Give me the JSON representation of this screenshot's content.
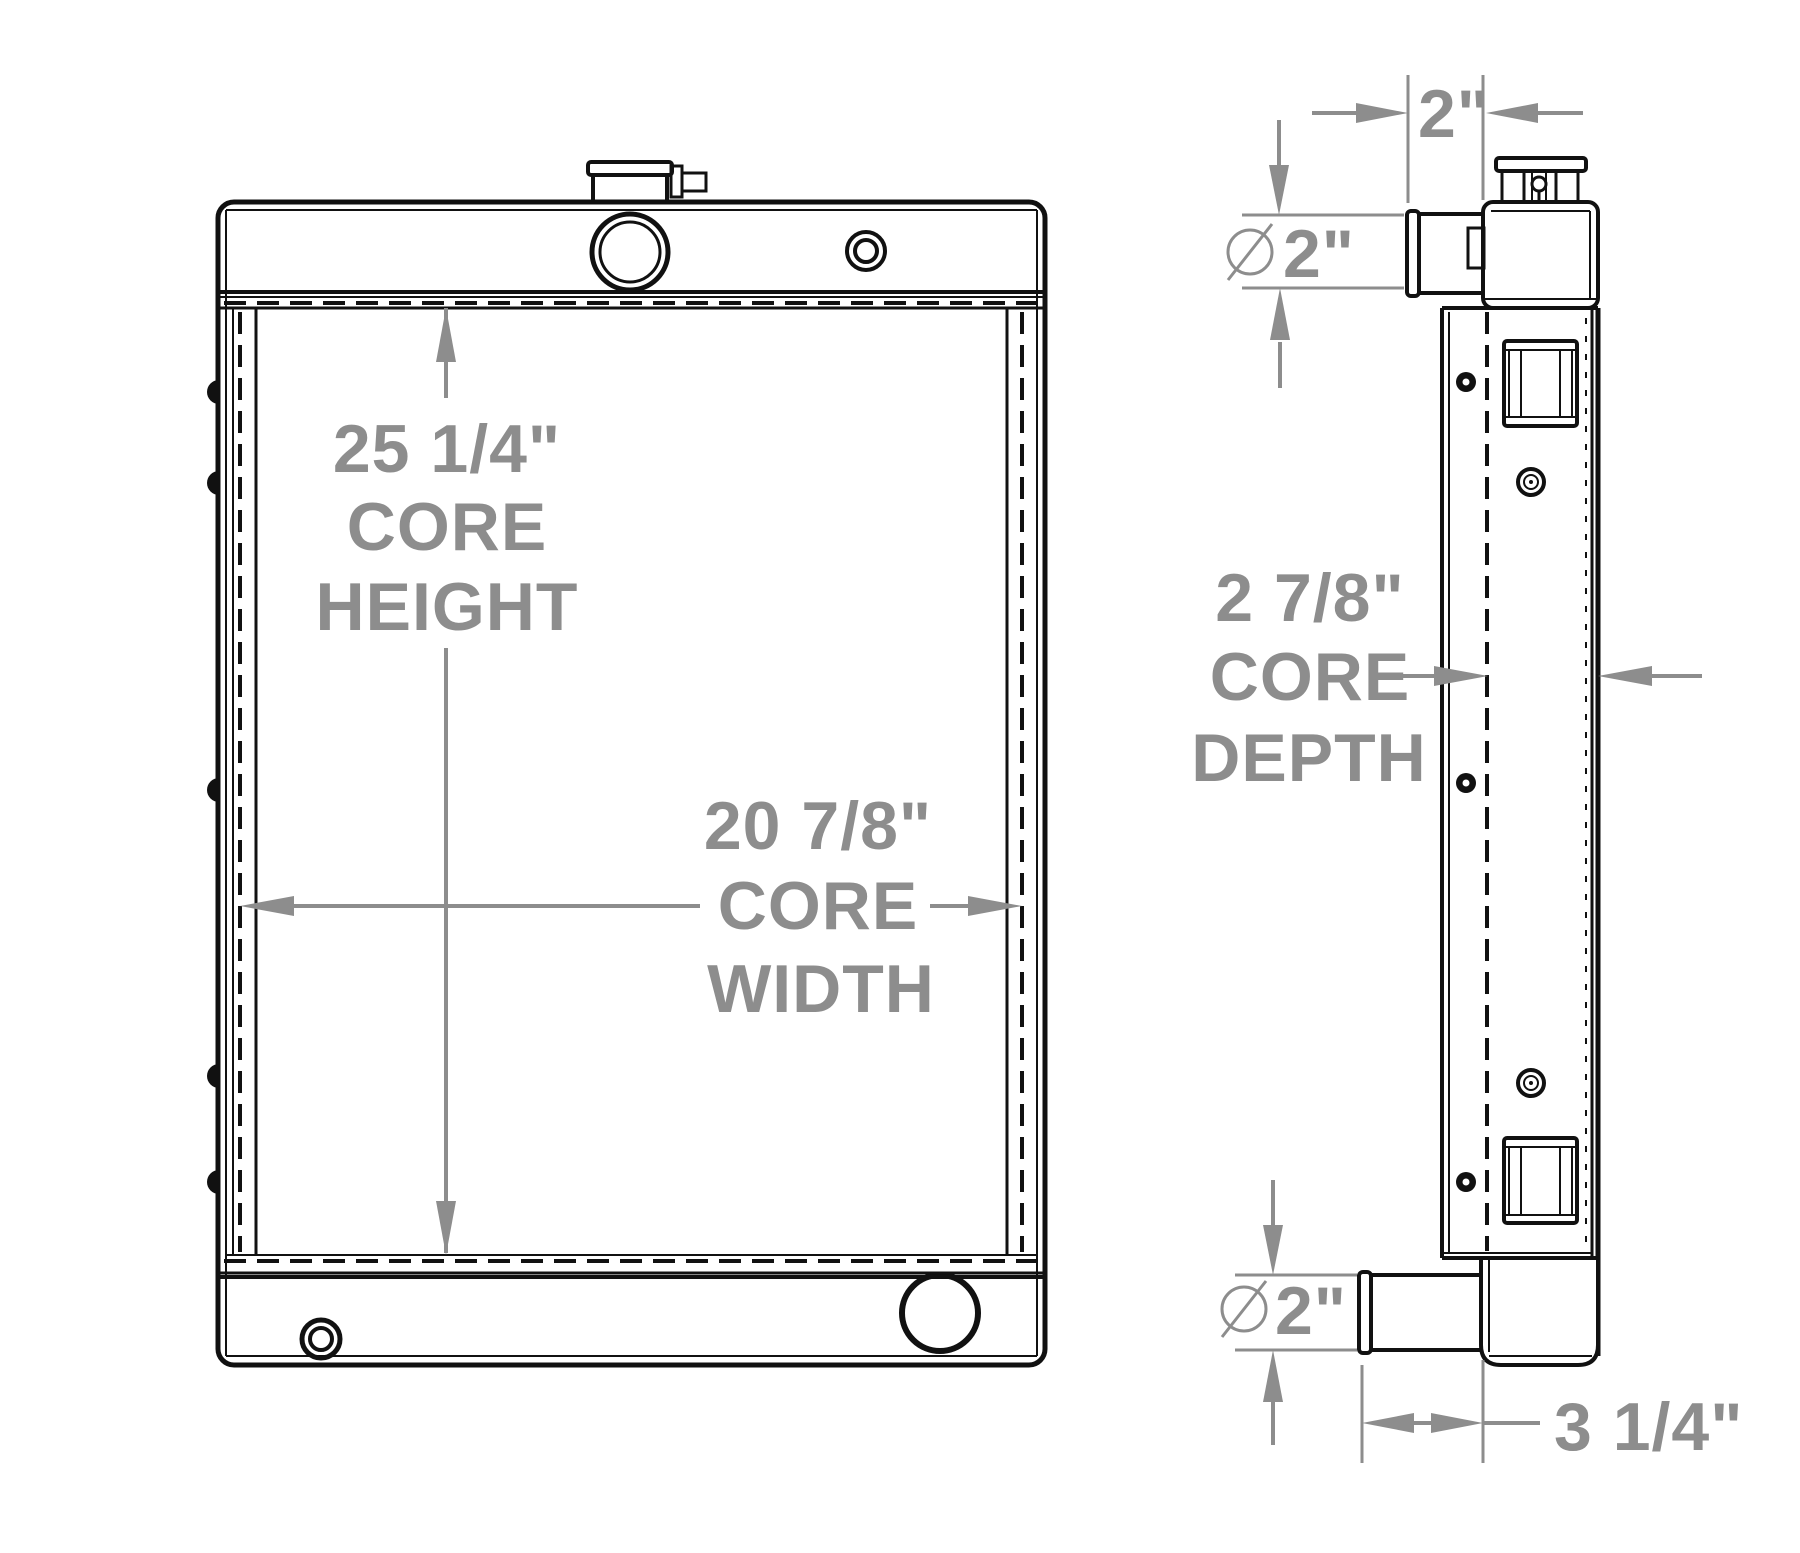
{
  "drawing": {
    "type": "radiator engineering drawing, front and side orthographic views",
    "colors": {
      "line": "#111111",
      "dimension": "#8d8d8d",
      "background": "#ffffff"
    },
    "front_view": {
      "core_height": {
        "value": "25 1/4\"",
        "label1": "CORE",
        "label2": "HEIGHT"
      },
      "core_width": {
        "value": "20 7/8\"",
        "label1": "CORE",
        "label2": "WIDTH"
      }
    },
    "side_view": {
      "top_pipe_offset": {
        "value": "2\""
      },
      "inlet_diameter": {
        "diameter_symbol": "⌀",
        "value": "2\""
      },
      "core_depth": {
        "value": "2 7/8\"",
        "label1": "CORE",
        "label2": "DEPTH"
      },
      "outlet_diameter": {
        "diameter_symbol": "⌀",
        "value": "2\""
      },
      "outlet_pipe_length": {
        "value": "3 1/4\""
      }
    }
  }
}
